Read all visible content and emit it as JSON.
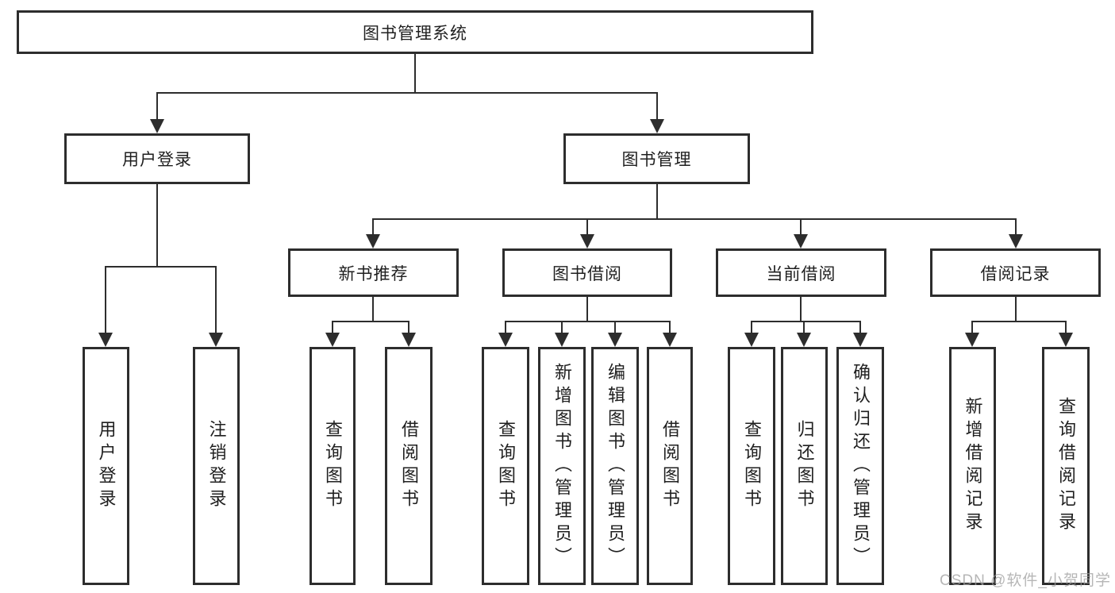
{
  "diagram": {
    "title": "图书管理系统",
    "root": "图书管理系统",
    "level2": [
      "用户登录",
      "图书管理"
    ],
    "level3": [
      "新书推荐",
      "图书借阅",
      "当前借阅",
      "借阅记录"
    ],
    "leaves": {
      "user": [
        "用户登录",
        "注销登录"
      ],
      "newbook": [
        "查询图书",
        "借阅图书"
      ],
      "borrow": [
        "查询图书",
        "新增图书（管理员）",
        "编辑图书（管理员）",
        "借阅图书"
      ],
      "current": [
        "查询图书",
        "归还图书",
        "确认归还（管理员）"
      ],
      "records": [
        "新增借阅记录",
        "查询借阅记录"
      ]
    }
  },
  "watermark": {
    "text": "CSDN @软件_小贺同学"
  },
  "colors": {
    "line": "#2d2d2d",
    "box_background": "#ffffff",
    "text": "#1f1f1f",
    "watermark": "#9e9e9e"
  }
}
